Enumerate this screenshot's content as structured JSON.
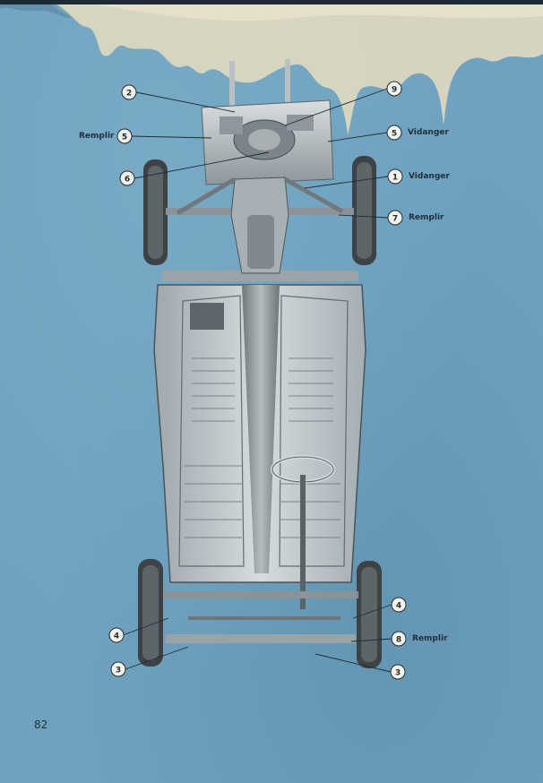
{
  "page": {
    "number": "82"
  },
  "colors": {
    "paper_blue": "#6fa2bf",
    "stain": "#e9dfc2",
    "chassis": "#c7cfd3",
    "ink": "#20303c"
  },
  "labels": {
    "remplir_left": "Remplir",
    "vidanger_5": "Vidanger",
    "vidanger_1": "Vidanger",
    "remplir_7": "Remplir",
    "remplir_8": "Remplir"
  },
  "callouts": [
    {
      "id": "c2",
      "number": "2"
    },
    {
      "id": "c9",
      "number": "9"
    },
    {
      "id": "c5l",
      "number": "5"
    },
    {
      "id": "c5r",
      "number": "5"
    },
    {
      "id": "c6",
      "number": "6"
    },
    {
      "id": "c1",
      "number": "1"
    },
    {
      "id": "c7",
      "number": "7"
    },
    {
      "id": "c4l",
      "number": "4"
    },
    {
      "id": "c4r",
      "number": "4"
    },
    {
      "id": "c8",
      "number": "8"
    },
    {
      "id": "c3l",
      "number": "3"
    },
    {
      "id": "c3r",
      "number": "3"
    }
  ],
  "diagram": {
    "subject-icon": "car-chassis-underside-icon"
  }
}
